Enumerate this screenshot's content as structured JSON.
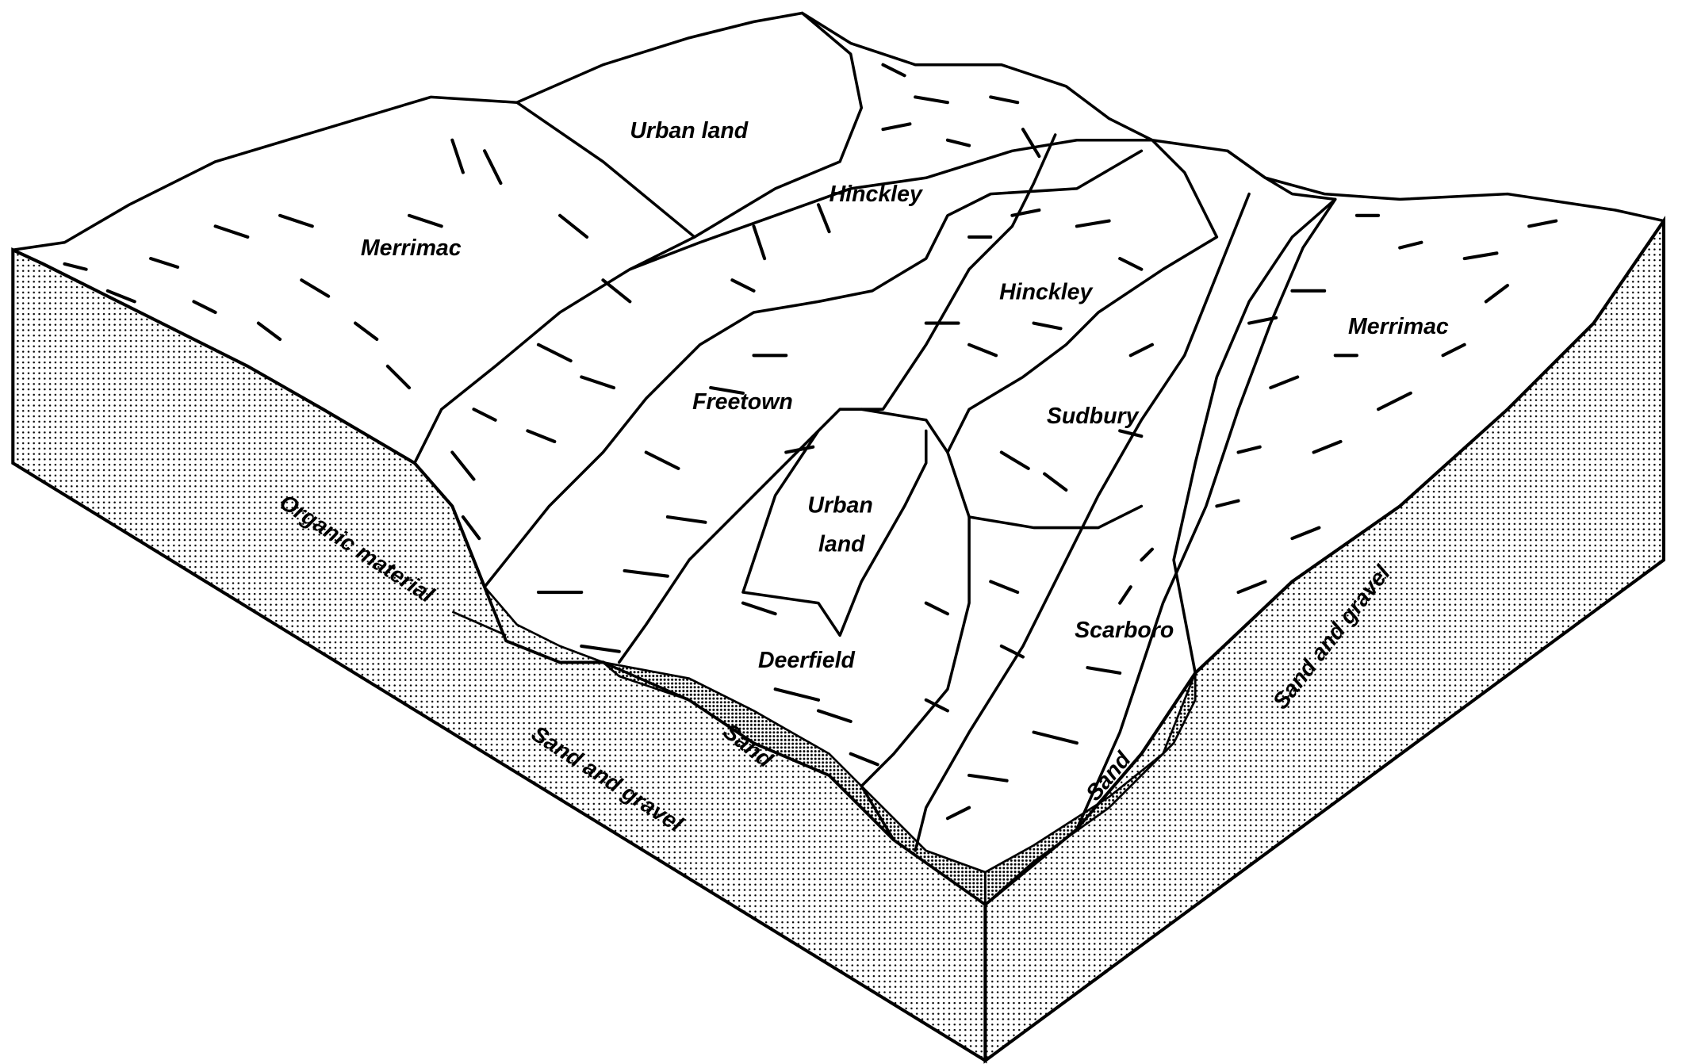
{
  "diagram": {
    "surface_labels": {
      "urban_land_top": "Urban land",
      "merrimac_left": "Merrimac",
      "hinckley_upper": "Hinckley",
      "hinckley_lower": "Hinckley",
      "freetown": "Freetown",
      "urban_land_center_line1": "Urban",
      "urban_land_center_line2": "land",
      "sudbury": "Sudbury",
      "merrimac_right": "Merrimac",
      "scarboro": "Scarboro",
      "deerfield": "Deerfield"
    },
    "face_labels": {
      "organic_material": "Organic material",
      "sand_left": "Sand",
      "sand_right": "Sand",
      "sand_and_gravel_left": "Sand and gravel",
      "sand_and_gravel_right": "Sand and gravel"
    },
    "colors": {
      "ink": "#000000",
      "paper": "#ffffff"
    }
  }
}
